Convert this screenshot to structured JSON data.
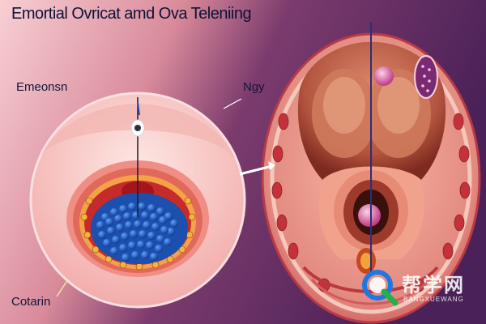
{
  "title": "Emortial Ovricat  amd Ova Teleniing",
  "labels": {
    "left": "Emeonsn",
    "right": "Ngy",
    "bottom": "Cotarin"
  },
  "watermark": {
    "text": "帮学网",
    "subtext": "BANGXUEWANG"
  },
  "colors": {
    "background_left": "#f6c0c8",
    "background_right": "#5a2a63",
    "tissue": "#e8887f",
    "tissue_dark": "#b8363c",
    "ova": "#1f63c9",
    "lumen": "#8a2c1e"
  },
  "icons": [
    "arrow-icon",
    "watermark-logo-icon"
  ]
}
